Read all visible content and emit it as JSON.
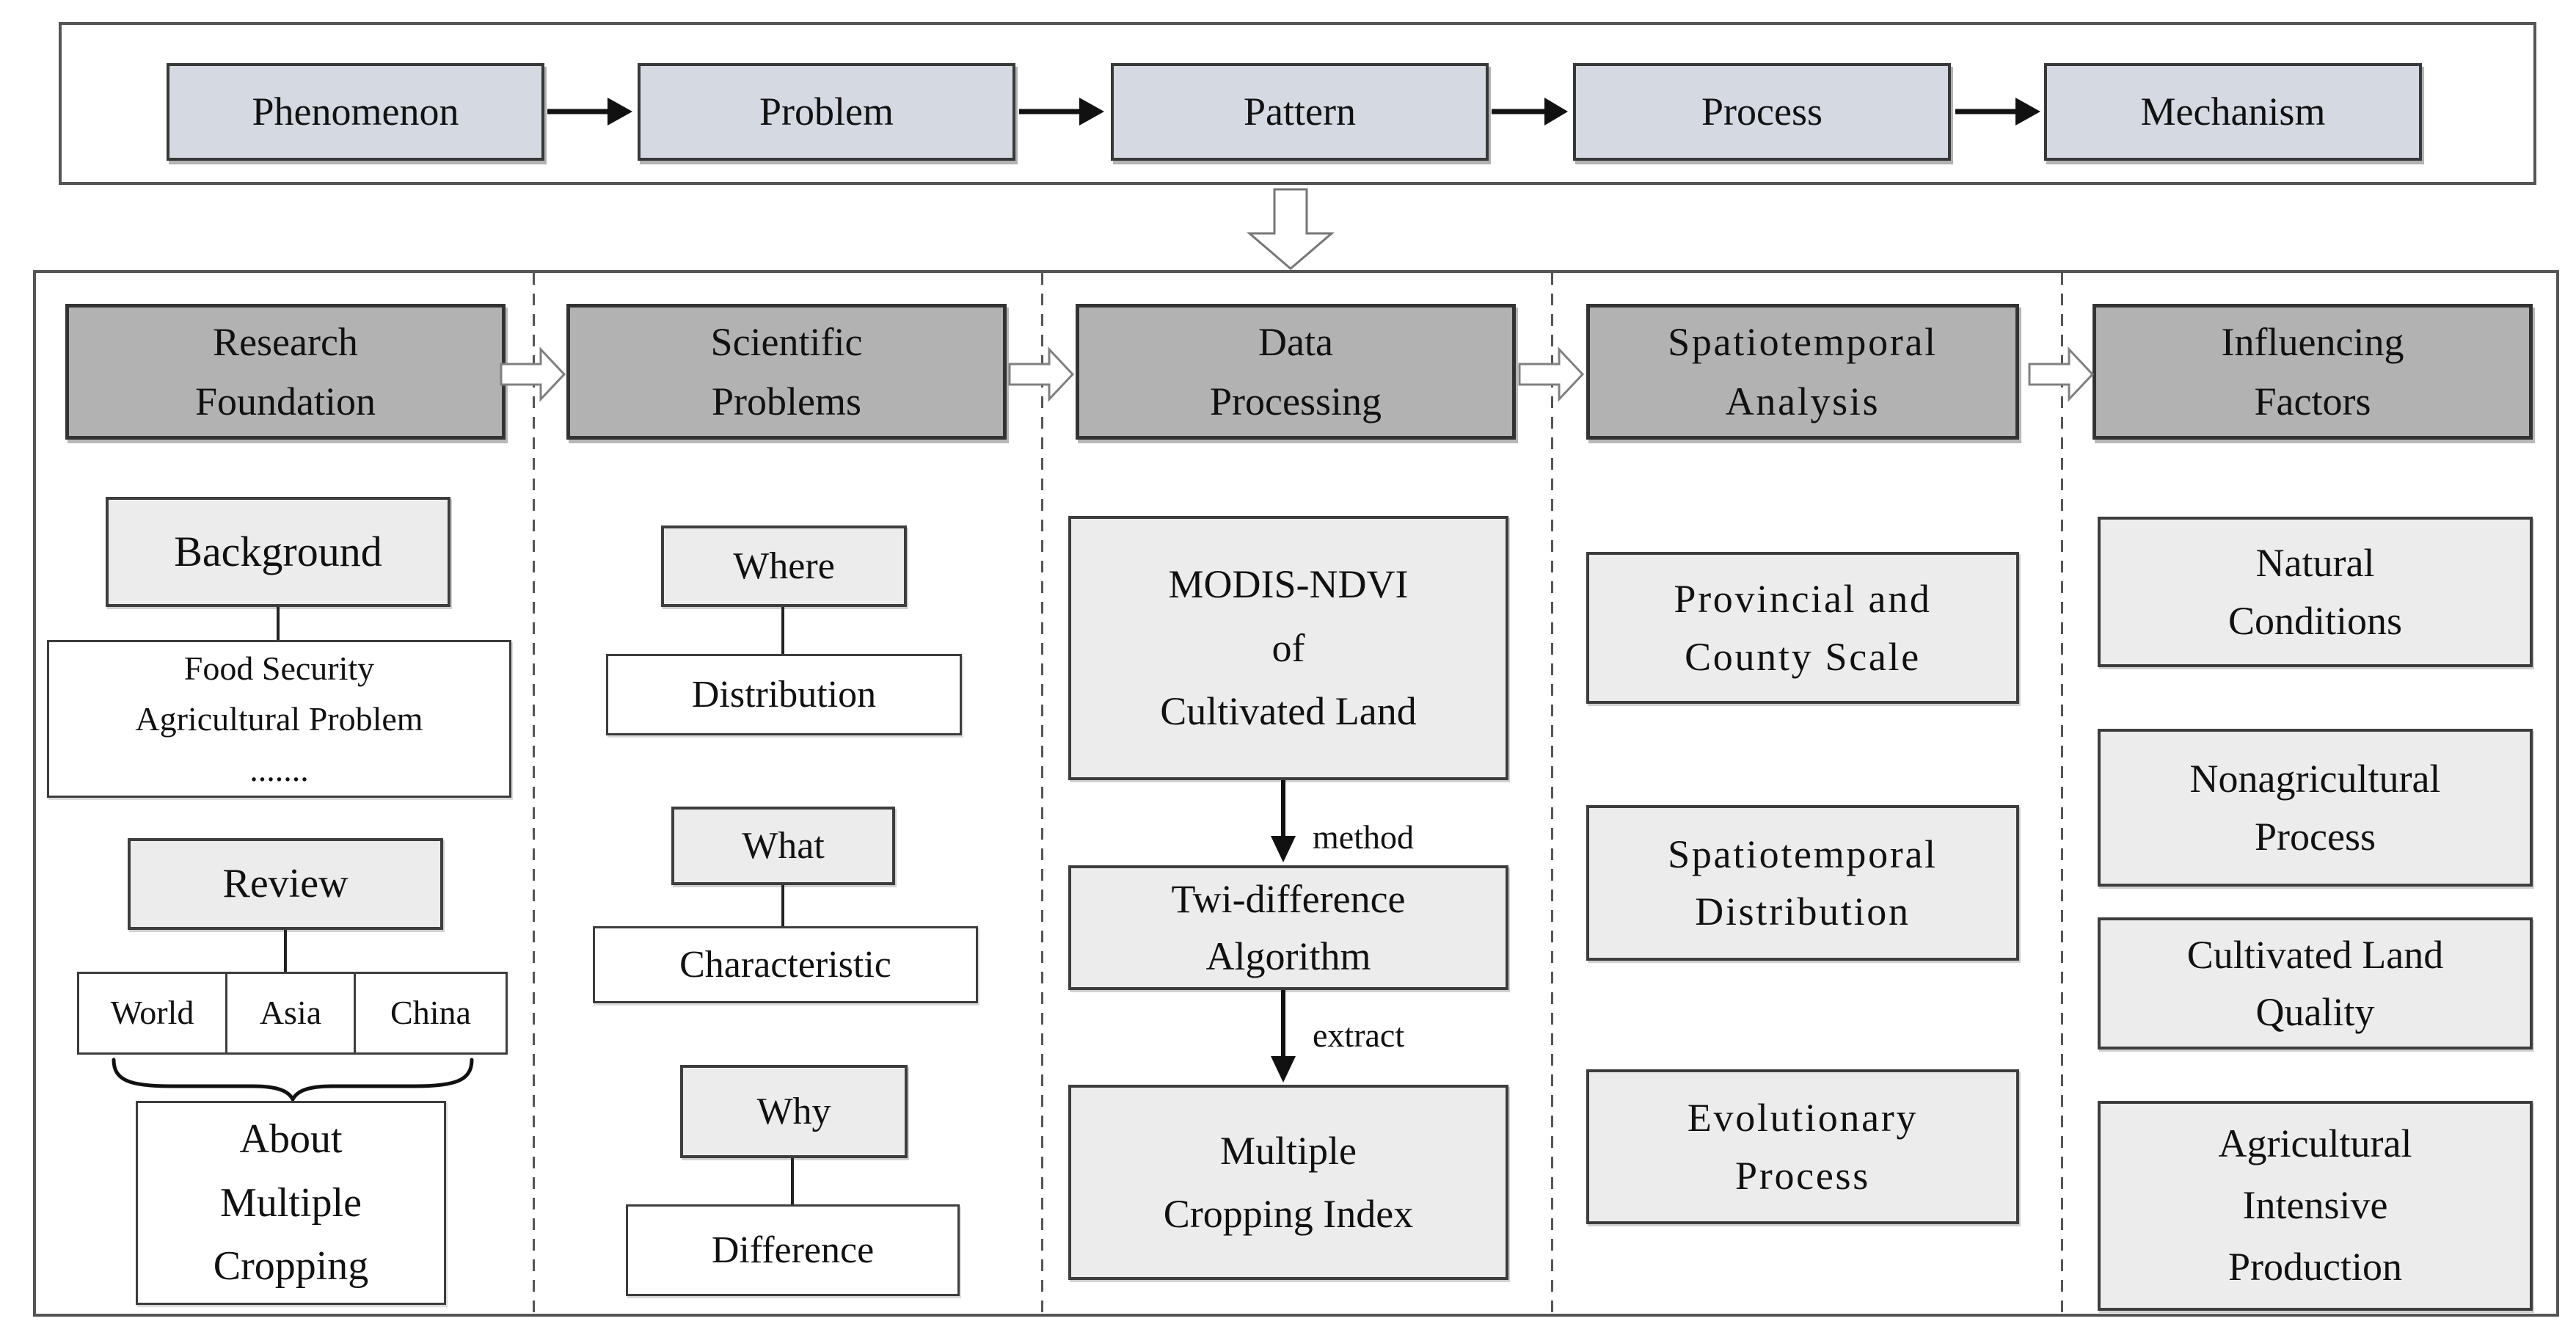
{
  "colors": {
    "flow_box_fill": "#d4d9e2",
    "stage_header_fill": "#b2b2b2",
    "light_box_fill": "#ececec",
    "white_box_fill": "#ffffff",
    "panel_border": "#555555",
    "text": "#111111"
  },
  "top_flow": {
    "items": [
      "Phenomenon",
      "Problem",
      "Pattern",
      "Process",
      "Mechanism"
    ]
  },
  "main": {
    "col1": {
      "header": "Research\nFoundation",
      "background": "Background",
      "food": "Food Security\nAgricultural Problem\n.......",
      "review": "Review",
      "regions": [
        "World",
        "Asia",
        "China"
      ],
      "about": "About\nMultiple\nCropping"
    },
    "col2": {
      "header": "Scientific\nProblems",
      "rows": [
        {
          "q": "Where",
          "a": "Distribution"
        },
        {
          "q": "What",
          "a": "Characteristic"
        },
        {
          "q": "Why",
          "a": "Difference"
        }
      ]
    },
    "col3": {
      "header": "Data\nProcessing",
      "modis": "MODIS-NDVI\nof\nCultivated Land",
      "arrow1_label": "method",
      "algorithm": "Twi-difference\nAlgorithm",
      "arrow2_label": "extract",
      "index": "Multiple\nCropping Index"
    },
    "col4": {
      "header": "Spatiotemporal\nAnalysis",
      "items": [
        "Provincial and\nCounty Scale",
        "Spatiotemporal\nDistribution",
        "Evolutionary\nProcess"
      ]
    },
    "col5": {
      "header": "Influencing\nFactors",
      "items": [
        "Natural\nConditions",
        "Nonagricultural\nProcess",
        "Cultivated Land\nQuality",
        "Agricultural\nIntensive\nProduction"
      ]
    }
  }
}
